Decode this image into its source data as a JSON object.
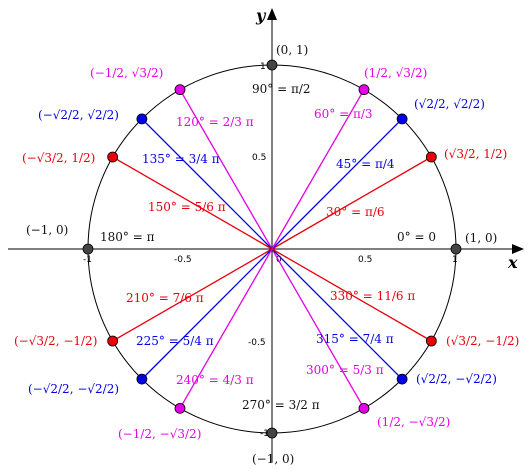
{
  "colors": {
    "red": "#e8000b",
    "blue": "#0000e6",
    "magenta": "#e600e6",
    "black": "#111111",
    "gray_point": "#444444"
  },
  "axes": {
    "x_label": "x",
    "y_label": "y",
    "x_ticks": [
      "-1",
      "-0.5",
      "0",
      "0.5",
      "1"
    ],
    "y_ticks": [
      "1",
      "0.5",
      "-0.5",
      "-1"
    ]
  },
  "points": [
    {
      "id": "p0",
      "angle": 0,
      "color": "black",
      "coord": "(1, 0)",
      "deg_label": "0° = 0"
    },
    {
      "id": "p30",
      "angle": 30,
      "color": "red",
      "coord": "(√3/2, 1/2)",
      "deg_label": "30° = π/6"
    },
    {
      "id": "p45",
      "angle": 45,
      "color": "blue",
      "coord": "(√2/2, √2/2)",
      "deg_label": "45° = π/4"
    },
    {
      "id": "p60",
      "angle": 60,
      "color": "magenta",
      "coord": "(1/2, √3/2)",
      "deg_label": "60° = π/3"
    },
    {
      "id": "p90",
      "angle": 90,
      "color": "black",
      "coord": "(0, 1)",
      "deg_label": "90° = π/2"
    },
    {
      "id": "p120",
      "angle": 120,
      "color": "magenta",
      "coord": "(−1/2, √3/2)",
      "deg_label": "120° = 2/3 π"
    },
    {
      "id": "p135",
      "angle": 135,
      "color": "blue",
      "coord": "(−√2/2, √2/2)",
      "deg_label": "135° = 3/4 π"
    },
    {
      "id": "p150",
      "angle": 150,
      "color": "red",
      "coord": "(−√3/2, 1/2)",
      "deg_label": "150° = 5/6 π"
    },
    {
      "id": "p180",
      "angle": 180,
      "color": "black",
      "coord": "(−1, 0)",
      "deg_label": "180° = π"
    },
    {
      "id": "p210",
      "angle": 210,
      "color": "red",
      "coord": "(−√3/2, −1/2)",
      "deg_label": "210° = 7/6 π"
    },
    {
      "id": "p225",
      "angle": 225,
      "color": "blue",
      "coord": "(−√2/2, −√2/2)",
      "deg_label": "225° = 5/4 π"
    },
    {
      "id": "p240",
      "angle": 240,
      "color": "magenta",
      "coord": "(−1/2, −√3/2)",
      "deg_label": "240° = 4/3 π"
    },
    {
      "id": "p270",
      "angle": 270,
      "color": "black",
      "coord": "(−1, 0)",
      "deg_label": "270° = 3/2 π"
    },
    {
      "id": "p300",
      "angle": 300,
      "color": "magenta",
      "coord": "(1/2, −√3/2)",
      "deg_label": "300° = 5/3 π"
    },
    {
      "id": "p315",
      "angle": 315,
      "color": "blue",
      "coord": "(√2/2, −√2/2)",
      "deg_label": "315° = 7/4 π"
    },
    {
      "id": "p330",
      "angle": 330,
      "color": "red",
      "coord": "(√3/2, −1/2)",
      "deg_label": "330° = 11/6 π"
    }
  ]
}
